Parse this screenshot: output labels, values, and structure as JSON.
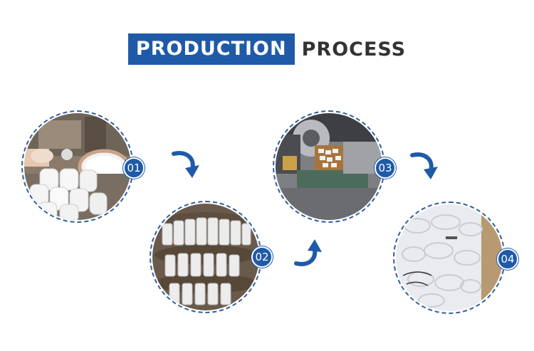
{
  "header": {
    "title_highlight": "PRODUCTION",
    "title_rest": "PROCESS"
  },
  "steps": [
    {
      "number": "01"
    },
    {
      "number": "02"
    },
    {
      "number": "03"
    },
    {
      "number": "04"
    }
  ],
  "colors": {
    "accent": "#1f5aa8",
    "ring": "#2f5f9c",
    "heading_text": "#333333"
  },
  "icons": [
    "curved-arrow-down-icon",
    "curved-arrow-up-icon"
  ]
}
